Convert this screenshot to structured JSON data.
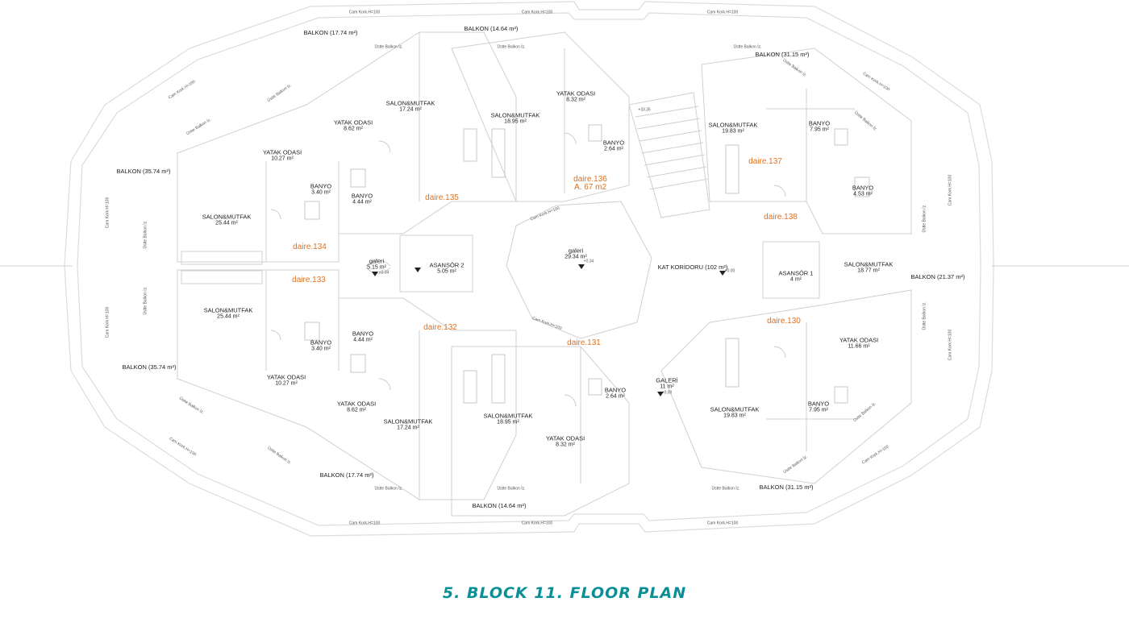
{
  "title": "5. BLOCK 11. FLOOR PLAN",
  "colors": {
    "unit_label": "#e0701e",
    "title": "#0a8f96",
    "line": "#d6d6d6",
    "ink": "#222222"
  },
  "units": [
    {
      "id": "u134",
      "text": "daire.134"
    },
    {
      "id": "u133",
      "text": "daire.133"
    },
    {
      "id": "u135",
      "text": "daire.135"
    },
    {
      "id": "u132",
      "text": "daire.132"
    },
    {
      "id": "u136",
      "text": "daire.136"
    },
    {
      "id": "u136a",
      "text": "A. 67 m2"
    },
    {
      "id": "u131",
      "text": "daire.131"
    },
    {
      "id": "u137",
      "text": "daire.137"
    },
    {
      "id": "u138",
      "text": "daire.138"
    },
    {
      "id": "u130",
      "text": "daire.130"
    }
  ],
  "rooms": [
    {
      "id": "r1",
      "name": "BALKON (17.74 m²)",
      "area": ""
    },
    {
      "id": "r2",
      "name": "BALKON (14.64 m²)",
      "area": ""
    },
    {
      "id": "r3",
      "name": "BALKON (31.15 m²)",
      "area": ""
    },
    {
      "id": "r4",
      "name": "SALON&MUTFAK",
      "area": "17.24 m²"
    },
    {
      "id": "r5",
      "name": "YATAK ODASI",
      "area": "8.62 m²"
    },
    {
      "id": "r6",
      "name": "SALON&MUTFAK",
      "area": "18.95 m²"
    },
    {
      "id": "r7",
      "name": "YATAK ODASI",
      "area": "8.32 m²"
    },
    {
      "id": "r8",
      "name": "BANYO",
      "area": "2.64 m²"
    },
    {
      "id": "r9",
      "name": "SALON&MUTFAK",
      "area": "19.83 m²"
    },
    {
      "id": "r10",
      "name": "BANYO",
      "area": "7.95 m²"
    },
    {
      "id": "r11",
      "name": "YATAK ODASI",
      "area": "10.27 m²"
    },
    {
      "id": "r12",
      "name": "BALKON (35.74 m²)",
      "area": ""
    },
    {
      "id": "r13",
      "name": "BANYO",
      "area": "3.40 m²"
    },
    {
      "id": "r14",
      "name": "BANYO",
      "area": "4.44 m²"
    },
    {
      "id": "r15",
      "name": "SALON&MUTFAK",
      "area": "25.44 m²"
    },
    {
      "id": "r16",
      "name": "BANYO",
      "area": "4.53 m²"
    },
    {
      "id": "r17",
      "name": "galeri",
      "area": "5.15 m²"
    },
    {
      "id": "r18",
      "name": "ASANSÖR 2",
      "area": "5.05 m²"
    },
    {
      "id": "r19",
      "name": "galeri",
      "area": "29.34 m²"
    },
    {
      "id": "r20",
      "name": "KAT KORİDORU (102 m²)",
      "area": ""
    },
    {
      "id": "r21",
      "name": "ASANSÖR 1",
      "area": "4 m²"
    },
    {
      "id": "r22",
      "name": "SALON&MUTFAK",
      "area": "18.77 m²"
    },
    {
      "id": "r23",
      "name": "BALKON (21.37 m²)",
      "area": ""
    },
    {
      "id": "r24",
      "name": "SALON&MUTFAK",
      "area": "25.44 m²"
    },
    {
      "id": "r25",
      "name": "BANYO",
      "area": "4.44 m²"
    },
    {
      "id": "r26",
      "name": "BANYO",
      "area": "3.40 m²"
    },
    {
      "id": "r27",
      "name": "YATAK ODASI",
      "area": "11.66 m²"
    },
    {
      "id": "r28",
      "name": "YATAK ODASI",
      "area": "10.27 m²"
    },
    {
      "id": "r29",
      "name": "BALKON (35.74 m²)",
      "area": ""
    },
    {
      "id": "r30",
      "name": "YATAK ODASI",
      "area": "8.62 m²"
    },
    {
      "id": "r31",
      "name": "SALON&MUTFAK",
      "area": "17.24 m²"
    },
    {
      "id": "r32",
      "name": "SALON&MUTFAK",
      "area": "18.95 m²"
    },
    {
      "id": "r33",
      "name": "YATAK ODASI",
      "area": "8.32 m²"
    },
    {
      "id": "r34",
      "name": "BANYO",
      "area": "2.64 m²"
    },
    {
      "id": "r35",
      "name": "GALERİ",
      "area": "11 m²"
    },
    {
      "id": "r36",
      "name": "SALON&MUTFAK",
      "area": "19.83 m²"
    },
    {
      "id": "r37",
      "name": "BANYO",
      "area": "7.95 m²"
    },
    {
      "id": "r38",
      "name": "BALKON (17.74 m²)",
      "area": ""
    },
    {
      "id": "r39",
      "name": "BALKON (14.64 m²)",
      "area": ""
    },
    {
      "id": "r40",
      "name": "BALKON (31.15 m²)",
      "area": ""
    }
  ],
  "notes": [
    {
      "id": "n1",
      "text": "Cam Kork.H=100"
    },
    {
      "id": "n2",
      "text": "Cam Kork.H=100"
    },
    {
      "id": "n3",
      "text": "Cam Kork.H=100"
    },
    {
      "id": "n4",
      "text": "Cam Kork.H=100"
    },
    {
      "id": "n5",
      "text": "Cam Kork.H=100"
    },
    {
      "id": "n6",
      "text": "Cam Kork.H=100"
    },
    {
      "id": "n7",
      "text": "Üstte Balkon İz."
    },
    {
      "id": "n8",
      "text": "Üstte Balkon İz."
    },
    {
      "id": "n9",
      "text": "Üstte Balkon İz."
    },
    {
      "id": "n10",
      "text": "Üstte Balkon İz."
    },
    {
      "id": "n11",
      "text": "Üstte Balkon İz."
    },
    {
      "id": "n12",
      "text": "Üstte Balkon İz."
    },
    {
      "id": "n13",
      "text": "+0.34"
    },
    {
      "id": "n14",
      "text": "+0.34"
    },
    {
      "id": "n15",
      "text": "+0.00"
    },
    {
      "id": "n16",
      "text": "+0.00"
    },
    {
      "id": "n17",
      "text": "+33.35"
    },
    {
      "id": "n18",
      "text": "Cam Kork.H=100"
    },
    {
      "id": "n19",
      "text": "Cam Kork.H=100"
    },
    {
      "id": "n20",
      "text": "Cam Kork.H=100"
    },
    {
      "id": "n21",
      "text": "Cam Kork.H=100"
    },
    {
      "id": "n22",
      "text": "Cam Kork.H=100"
    },
    {
      "id": "n23",
      "text": "Cam Kork.H=100"
    },
    {
      "id": "n24",
      "text": "Cam Kork.H=100"
    },
    {
      "id": "n25",
      "text": "Cam Kork.H=100"
    },
    {
      "id": "n26",
      "text": "Cam Kork.H=100"
    },
    {
      "id": "n27",
      "text": "Cam Kork.H=100"
    },
    {
      "id": "n28",
      "text": "Üstte Balkon İz."
    },
    {
      "id": "n29",
      "text": "Üstte Balkon İz."
    },
    {
      "id": "n30",
      "text": "Üstte Balkon İz."
    },
    {
      "id": "n31",
      "text": "Üstte Balkon İz."
    },
    {
      "id": "n32",
      "text": "Üstte Balkon İz."
    },
    {
      "id": "n33",
      "text": "Üstte Balkon İz."
    },
    {
      "id": "n34",
      "text": "Üstte Balkon İz."
    },
    {
      "id": "n35",
      "text": "Üstte Balkon İz."
    },
    {
      "id": "n36",
      "text": "Üstte Balkon İz."
    },
    {
      "id": "n37",
      "text": "Üstte Balkon İz."
    },
    {
      "id": "n38",
      "text": "Üstte Balkon İz."
    },
    {
      "id": "n39",
      "text": "Üstte Balkon İz."
    }
  ]
}
